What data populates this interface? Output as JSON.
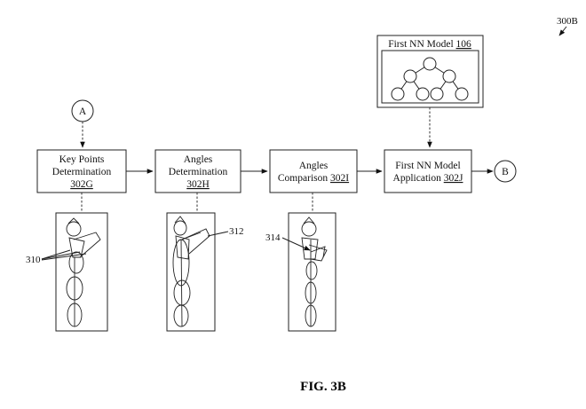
{
  "diagram_ref": "300B",
  "figure_caption": "FIG. 3B",
  "connectors": {
    "a": "A",
    "b": "B"
  },
  "model_box": {
    "title": "First NN Model ",
    "ref": "106"
  },
  "boxes": [
    {
      "line1": "Key Points",
      "line2": "Determination",
      "ref": "302G"
    },
    {
      "line1": "Angles",
      "line2": "Determination",
      "ref": "302H"
    },
    {
      "line1": "Angles",
      "line2": "Comparison ",
      "ref": "302I"
    },
    {
      "line1": "First NN Model",
      "line2": "Application ",
      "ref": "302J"
    }
  ],
  "callouts": {
    "c310": "310",
    "c312": "312",
    "c314": "314"
  }
}
